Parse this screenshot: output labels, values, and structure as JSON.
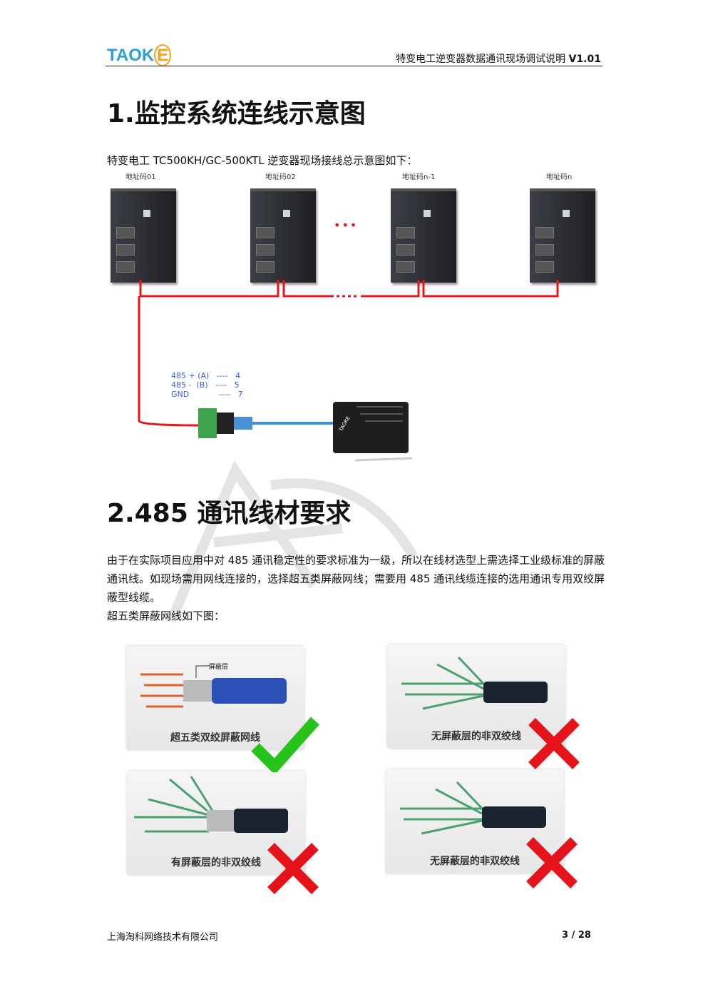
{
  "header": {
    "logo_text": "TAOK",
    "logo_e": "E",
    "title": "特变电工逆变器数据通讯现场调试说明",
    "version": "V1.01"
  },
  "section1": {
    "heading": "1.监控系统连线示意图",
    "intro": "特变电工 TC500KH/GC-500KTL 逆变器现场接线总示意图如下：",
    "addresses": [
      "地址码01",
      "地址码02",
      "地址码n-1",
      "地址码n"
    ],
    "ellipsis": "•••",
    "pinout": "485 + (A)   ----   4\n485 -  (B)   ----   5\nGND            ----   7",
    "device_brand": "TAOKE"
  },
  "section2": {
    "heading": "2.485 通讯线材要求",
    "paragraph": "由于在实际项目应用中对 485 通讯稳定性的要求标准为一级，所以在线材选型上需选择工业级标准的屏蔽通讯线。如现场需用网线连接的，选择超五类屏蔽网线；需要用 485 通讯线缆连接的选用通讯专用双绞屏蔽型线缆。",
    "caption": "超五类屏蔽网线如下图：",
    "cables": [
      {
        "label": "超五类双绞屏蔽网线",
        "callout": "屏蔽层",
        "ok": true
      },
      {
        "label": "无屏蔽层的非双绞线",
        "ok": false
      },
      {
        "label": "有屏蔽层的非双绞线",
        "ok": false
      },
      {
        "label": "无屏蔽层的非双绞线",
        "ok": false
      }
    ]
  },
  "footer": {
    "company": "上海淘科网络技术有限公司",
    "page": "3 / 28"
  },
  "colors": {
    "wire": "#e8141b",
    "check": "#27c21a",
    "cross": "#e5141b",
    "logo_blue": "#2a9fd8",
    "logo_orange": "#f3a21c"
  }
}
